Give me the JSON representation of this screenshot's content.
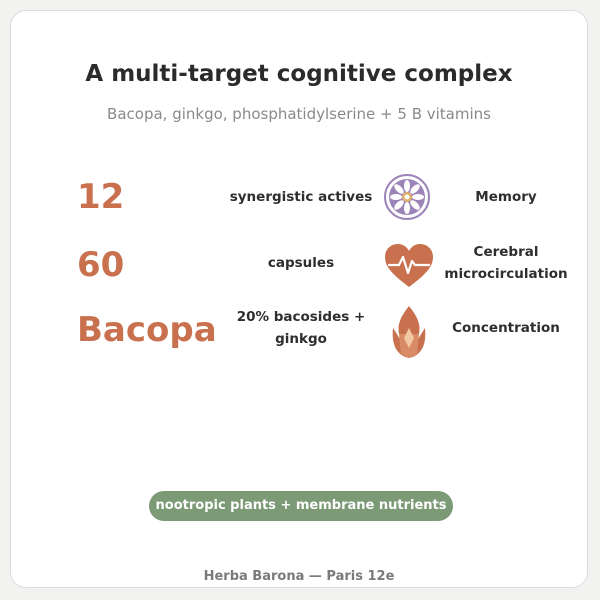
{
  "header": {
    "title": "A multi-target cognitive complex",
    "subtitle": "Bacopa, ginkgo, phosphatidylserine + 5 B vitamins"
  },
  "rows": [
    {
      "stat": "12",
      "description": "synergistic actives",
      "icon": "brain-mandala-icon",
      "benefit": "Memory"
    },
    {
      "stat": "60",
      "description": "capsules",
      "icon": "heart-pulse-icon",
      "benefit": "Cerebral microcirculation"
    },
    {
      "stat": "Bacopa",
      "description": "20% bacosides + ginkgo",
      "icon": "lotus-flame-icon",
      "benefit": "Concentration"
    }
  ],
  "badge": "nootropic plants + membrane nutrients",
  "footer": "Herba Barona — Paris 12e",
  "colors": {
    "accent": "#c9714f",
    "mandala_purple": "#9b84b8",
    "badge_green": "#7c9a76"
  }
}
